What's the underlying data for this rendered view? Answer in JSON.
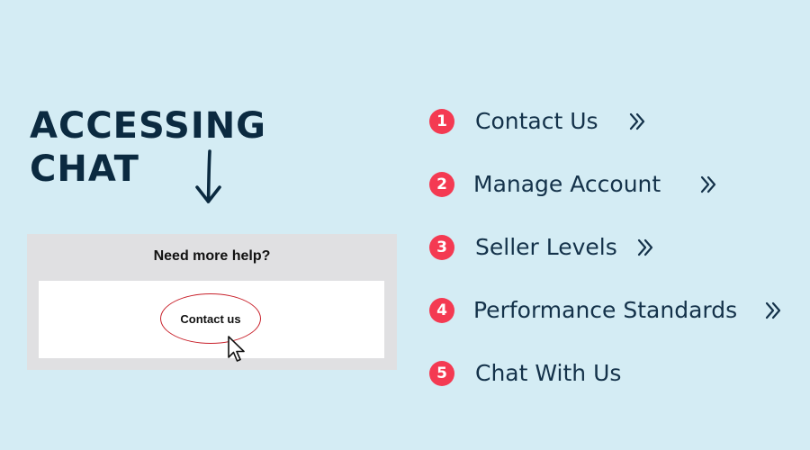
{
  "title": {
    "line1": "ACCESSING",
    "line2": "CHAT"
  },
  "help_panel": {
    "heading": "Need more help?",
    "contact_button_label": "Contact us"
  },
  "steps": [
    {
      "number": "1",
      "label": "Contact Us",
      "has_chevron": true
    },
    {
      "number": "2",
      "label": "Manage Account",
      "has_chevron": true
    },
    {
      "number": "3",
      "label": "Seller Levels",
      "has_chevron": true
    },
    {
      "number": "4",
      "label": "Performance Standards",
      "has_chevron": true
    },
    {
      "number": "5",
      "label": "Chat With Us",
      "has_chevron": false
    }
  ],
  "colors": {
    "background": "#d4ecf4",
    "title": "#0b2a40",
    "badge": "#f43a52",
    "oval": "#c8202a",
    "panel": "#e0e0e2"
  },
  "icons": {
    "arrow": "down-arrow-icon",
    "cursor": "mouse-pointer-icon",
    "chevron": "double-chevron-right-icon"
  }
}
